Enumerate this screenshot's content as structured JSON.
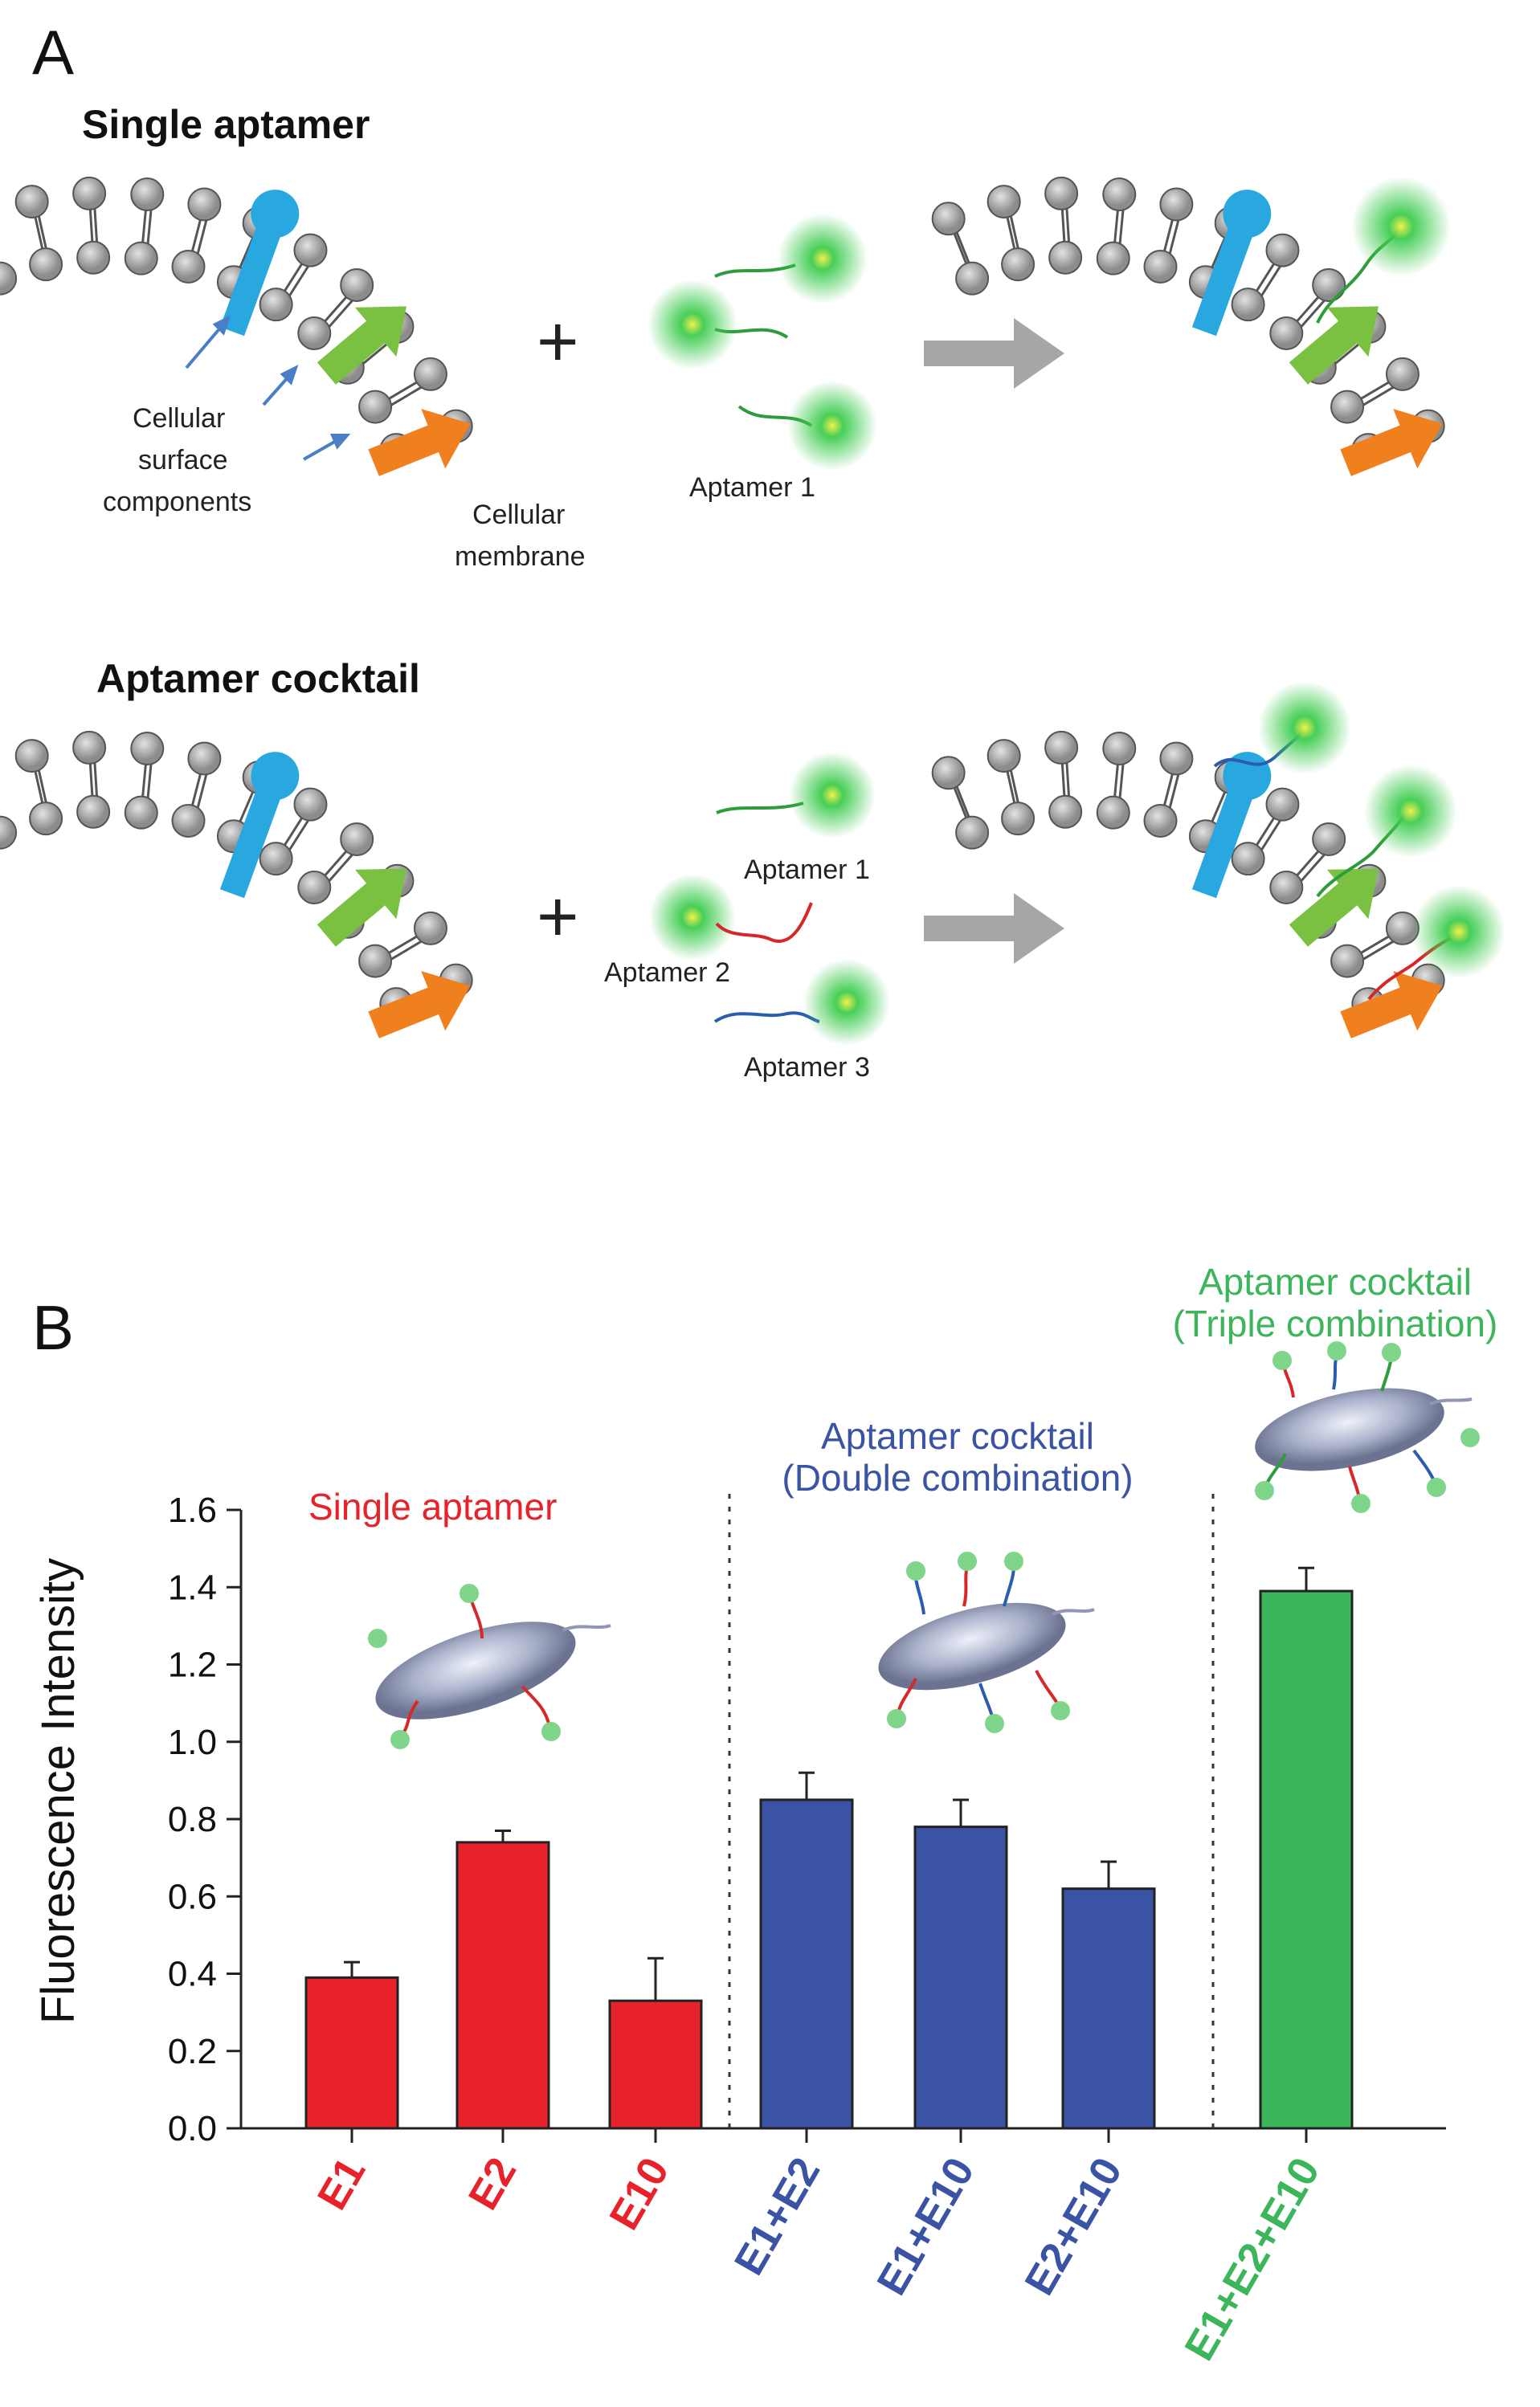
{
  "panel_a": {
    "letter": "A",
    "single_title": "Single aptamer",
    "cocktail_title": "Aptamer cocktail",
    "label_surface_1": "Cellular",
    "label_surface_2": "surface",
    "label_surface_3": "components",
    "label_membrane_1": "Cellular",
    "label_membrane_2": "membrane",
    "aptamer_1": "Aptamer 1",
    "aptamer_2": "Aptamer 2",
    "aptamer_3": "Aptamer 3",
    "plus": "+",
    "colors": {
      "lipid": "#9a9a9a",
      "receptor_blue": "#29a8e0",
      "receptor_green": "#7ac142",
      "receptor_orange": "#f07f1e",
      "glow": "#3ecc4f",
      "arrow_gray": "#a6a6a6",
      "strand_green": "#2e9c3a",
      "strand_red": "#d62828",
      "strand_blue": "#2a5db0"
    }
  },
  "panel_b": {
    "letter": "B",
    "group_single": "Single aptamer",
    "group_double_1": "Aptamer cocktail",
    "group_double_2": "(Double combination)",
    "group_triple_1": "Aptamer cocktail",
    "group_triple_2": "(Triple combination)",
    "colors": {
      "red": "#e8222a",
      "blue": "#3a53a4",
      "green": "#3cb55b"
    }
  },
  "chart_data": {
    "type": "bar",
    "categories": [
      "E1",
      "E2",
      "E10",
      "E1+E2",
      "E1+E10",
      "E2+E10",
      "E1+E2+E10"
    ],
    "values": [
      0.39,
      0.74,
      0.33,
      0.85,
      0.78,
      0.62,
      1.39
    ],
    "errors": [
      0.04,
      0.03,
      0.11,
      0.07,
      0.07,
      0.07,
      0.06
    ],
    "bar_colors": [
      "#e8222a",
      "#e8222a",
      "#e8222a",
      "#3a53a4",
      "#3a53a4",
      "#3a53a4",
      "#3cb55b"
    ],
    "ylabel": "Fluorescence Intensity",
    "ylim": [
      0.0,
      1.6
    ],
    "yticks": [
      "0.0",
      "0.2",
      "0.4",
      "0.6",
      "0.8",
      "1.0",
      "1.2",
      "1.4",
      "1.6"
    ],
    "grid": false
  }
}
